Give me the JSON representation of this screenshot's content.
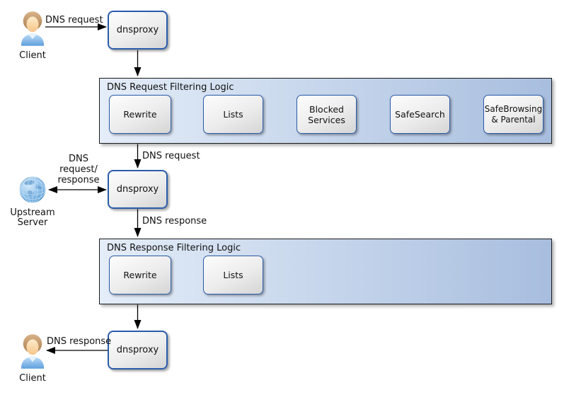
{
  "nodes": {
    "client_top": {
      "label": "Client"
    },
    "dnsproxy_top": {
      "label": "dnsproxy"
    },
    "dnsproxy_middle": {
      "label": "dnsproxy"
    },
    "dnsproxy_bottom": {
      "label": "dnsproxy"
    },
    "upstream_server": {
      "label": "Upstream\nServer"
    },
    "client_bottom": {
      "label": "Client"
    }
  },
  "containers": {
    "request": {
      "title": "DNS Request Filtering Logic",
      "boxes": [
        {
          "label": "Rewrite"
        },
        {
          "label": "Lists"
        },
        {
          "label": "Blocked\nServices"
        },
        {
          "label": "SafeSearch"
        },
        {
          "label": "SafeBrowsing\n& Parental"
        }
      ]
    },
    "response": {
      "title": "DNS Response Filtering Logic",
      "boxes": [
        {
          "label": "Rewrite"
        },
        {
          "label": "Lists"
        }
      ]
    }
  },
  "edge_labels": {
    "client_to_proxy": "DNS request",
    "container_to_proxy": "DNS request",
    "upstream_exchange": "DNS\nrequest/\nresponse",
    "proxy_to_container": "DNS response",
    "proxy_to_client": "DNS response"
  },
  "colors": {
    "container_bg_left": "#e4edf8",
    "container_bg_right": "#a8bedf",
    "container_border": "#1b1b1b",
    "box_border": "#2a5caa",
    "box_bg_light": "#fdfdfd",
    "box_bg_dark": "#d4d4d4",
    "arrow": "#000000",
    "globe_blue": "#6fa8dc",
    "shirt_blue": "#6ba7e0",
    "hair_tan": "#c09a6a"
  }
}
